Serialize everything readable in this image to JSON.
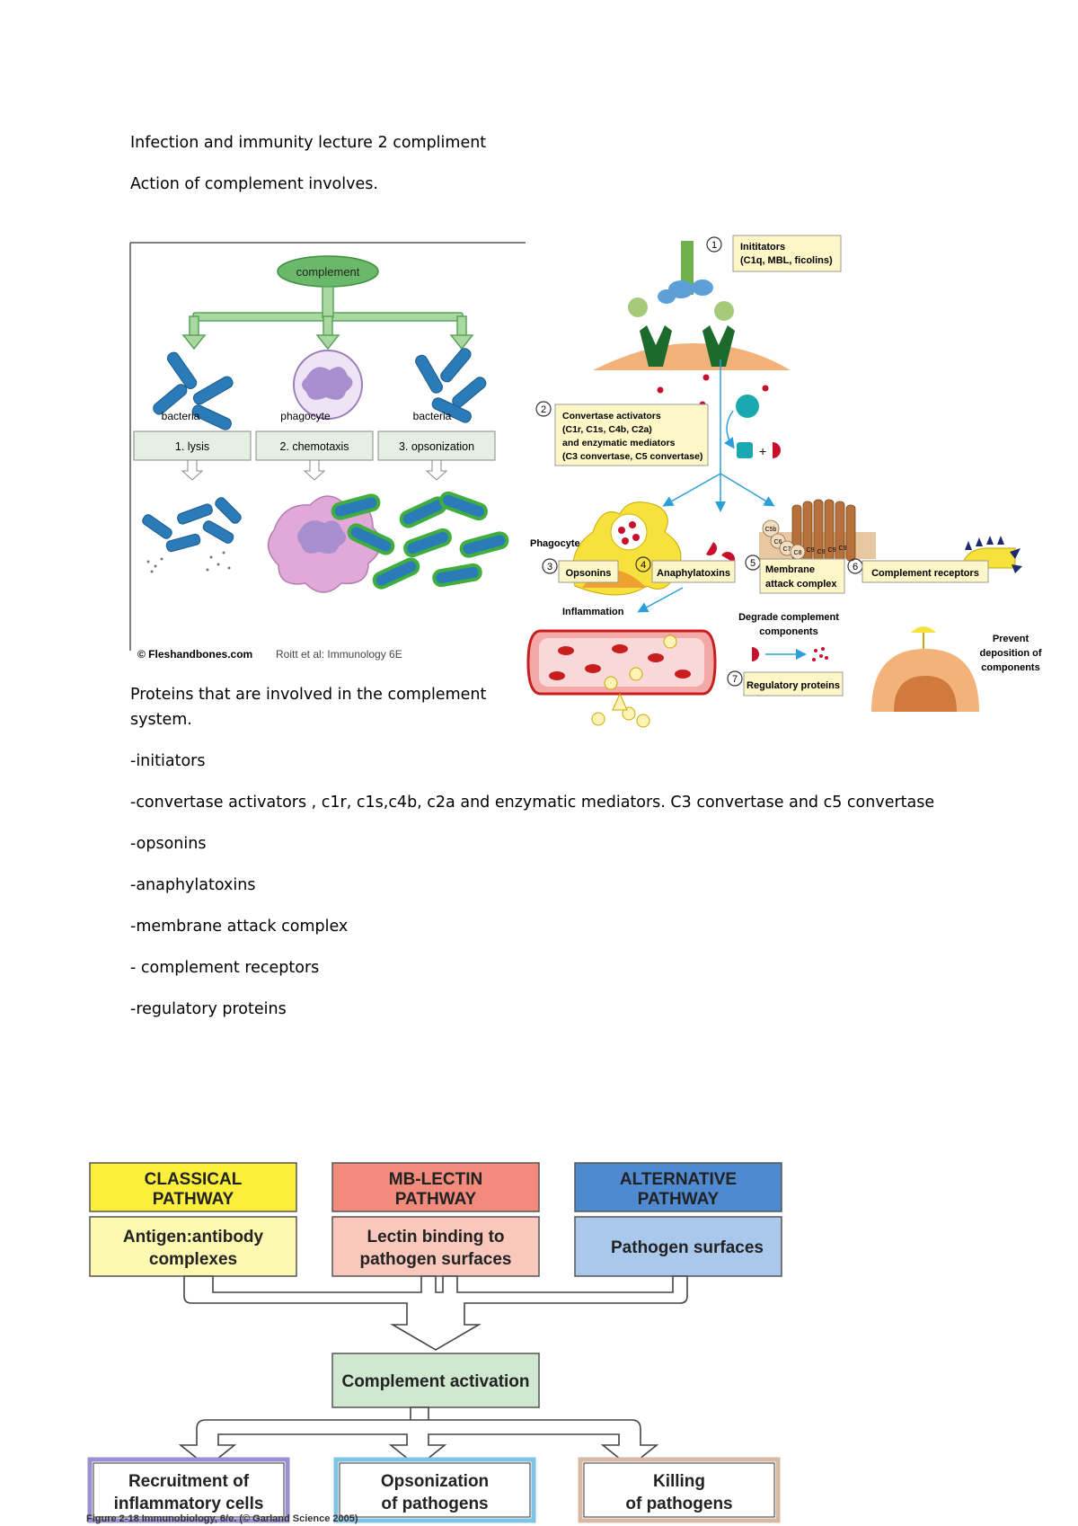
{
  "doc": {
    "title": "Infection and immunity lecture 2 compliment",
    "subtitle": "Action of complement involves.",
    "proteins_intro": "Proteins that are involved in the complement system.",
    "protein_list": [
      "-initiators",
      "-convertase activators , c1r, c1s,c4b, c2a and enzymatic mediators. C3 convertase and c5 convertase",
      "-opsonins",
      "-anaphylatoxins",
      "-membrane attack complex",
      "- complement receptors",
      "-regulatory proteins"
    ]
  },
  "fig1": {
    "root": "complement",
    "targets": [
      "bacteria",
      "phagocyte",
      "bacteria"
    ],
    "actions": [
      "1. lysis",
      "2. chemotaxis",
      "3. opsonization"
    ],
    "credit_site": "© Fleshandbones.com",
    "credit_source": "Roitt et al: Immunology 6E",
    "colors": {
      "green": "#6ab96a",
      "green_light": "#a9d8a0",
      "bacteria_blue": "#2b7bb9",
      "phagocyte_purple": "#b79ad3",
      "box_fill": "#e6efe3"
    }
  },
  "fig2": {
    "n1": "1",
    "initiators_title": "Inititators",
    "initiators_sub": "(C1q, MBL, ficolins)",
    "n2": "2",
    "convertase_lines": [
      "Convertase activators",
      "(C1r, C1s, C4b, C2a)",
      "and enzymatic mediators",
      "(C3 convertase, C5 convertase)"
    ],
    "phagocyte": "Phagocyte",
    "n3": "3",
    "opsonins": "Opsonins",
    "n4": "4",
    "anaphylatoxins": "Anaphylatoxins",
    "n5": "5",
    "mac_line1": "Membrane",
    "mac_line2": "attack complex",
    "n6": "6",
    "complement_receptors": "Complement receptors",
    "inflammation": "Inflammation",
    "degrade_line1": "Degrade complement",
    "degrade_line2": "components",
    "n7": "7",
    "regulatory_proteins": "Regulatory proteins",
    "prevent_lines": [
      "Prevent",
      "deposition of",
      "components"
    ],
    "plus": "+",
    "mac_parts": [
      "C5b",
      "C6",
      "C7",
      "C8",
      "C9",
      "C9",
      "C9",
      "C9"
    ],
    "colors": {
      "yellow_box": "#fdf7c8",
      "cyan": "#1aa9b0",
      "red": "#c8102e",
      "blue_arrow": "#2a9fd8",
      "vessel_red": "#c81e1e",
      "skin": "#f3b27a"
    }
  },
  "fig3": {
    "pathways": [
      {
        "title_lines": [
          "CLASSICAL",
          "PATHWAY"
        ],
        "trigger_lines": [
          "Antigen:antibody",
          "complexes"
        ],
        "head_color": "#fcef3c",
        "body_color": "#fdf9b0"
      },
      {
        "title_lines": [
          "MB-LECTIN",
          "PATHWAY"
        ],
        "trigger_lines": [
          "Lectin binding to",
          "pathogen surfaces"
        ],
        "head_color": "#f28b7c",
        "body_color": "#f9c7bb"
      },
      {
        "title_lines": [
          "ALTERNATIVE",
          "PATHWAY"
        ],
        "trigger_lines": [
          "Pathogen surfaces"
        ],
        "head_color": "#4f8ad1",
        "body_color": "#a9c8ec"
      }
    ],
    "center": "Complement activation",
    "center_color": "#cfe8d0",
    "outcomes": [
      {
        "lines": [
          "Recruitment of",
          "inflammatory cells"
        ],
        "border_color": "#9a8fd0"
      },
      {
        "lines": [
          "Opsonization",
          "of pathogens"
        ],
        "border_color": "#7ec4e6"
      },
      {
        "lines": [
          "Killing",
          "of pathogens"
        ],
        "border_color": "#d9b9a4"
      }
    ],
    "caption": "Figure 2-18 Immunobiology, 6/e. (© Garland Science 2005)"
  }
}
